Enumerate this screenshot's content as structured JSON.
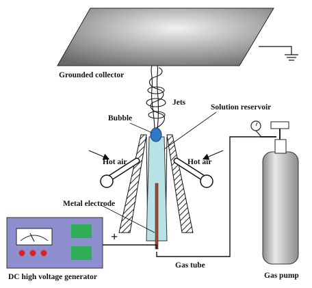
{
  "labels": {
    "grounded_collector": "Grounded collector",
    "jets": "Jets",
    "bubble": "Bubble",
    "solution_reservoir": "Solution reservoir",
    "hot_air_left": "Hot air",
    "hot_air_right": "Hot air",
    "metal_electrode": "Metal electrode",
    "plus_sign": "+",
    "gas_tube": "Gas tube",
    "gas_pump": "Gas pump",
    "dc_generator": "DC high voltage generator"
  },
  "colors": {
    "collector_light": "#f2f2f2",
    "collector_dark": "#6a6a6a",
    "reservoir": "#b7e2e6",
    "bubble": "#2e78c6",
    "generator_body": "#8d8fcf",
    "generator_panel": "#2fae56",
    "meter_knob": "#e02020",
    "electrode": "#9a4a3a",
    "cylinder_light": "#e8e8e8",
    "cylinder_dark": "#8c8c8c",
    "line": "#111111"
  }
}
